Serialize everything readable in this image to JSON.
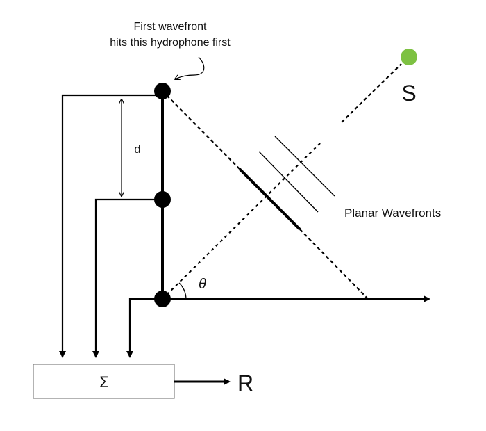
{
  "annotation": {
    "line1": "First wavefront",
    "line2": "hits this hydrophone first"
  },
  "labels": {
    "source": "S",
    "spacing": "d",
    "wavefronts": "Planar Wavefronts",
    "angle": "θ",
    "summer": "Σ",
    "result": "R"
  },
  "colors": {
    "source": "#7dc142",
    "ink": "#000000",
    "box_border": "#8a8a8a"
  }
}
